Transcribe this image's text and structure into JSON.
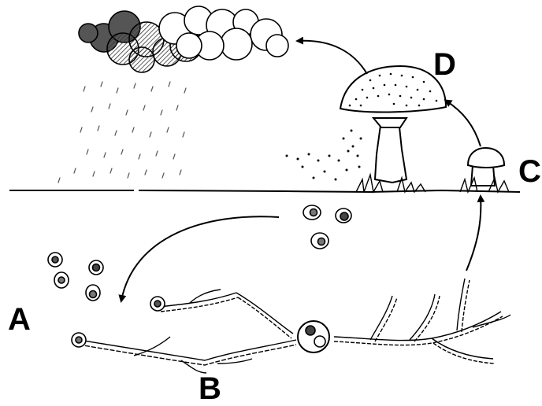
{
  "labels": {
    "a": "A",
    "b": "B",
    "c": "C",
    "d": "D"
  },
  "colors": {
    "ink": "#000000",
    "cloud_dark": "#555555",
    "cloud_mid": "#9a9a9a",
    "background": "#ffffff"
  }
}
